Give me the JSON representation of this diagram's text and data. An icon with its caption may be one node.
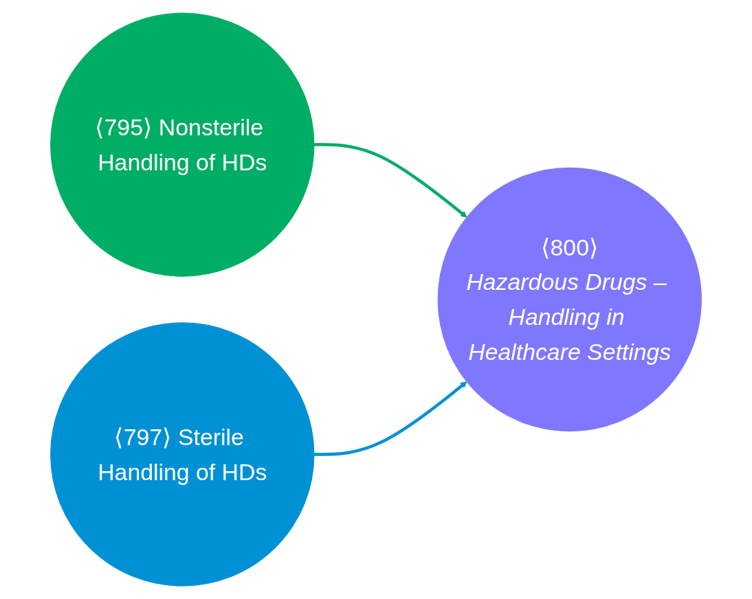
{
  "diagram": {
    "nodes": [
      {
        "text": [
          "⟨795⟩ Nonsterile Handling of HDs"
        ]
      },
      {
        "text": [
          "⟨797⟩ Sterile Handling of HDs"
        ]
      },
      {
        "text": [
          "⟨800⟩",
          "Hazardous Drugs – Handling in Healthcare Settings"
        ]
      }
    ],
    "edges": [
      {
        "from": 0,
        "to": 2,
        "arrow": "to",
        "color": "#00ad65"
      },
      {
        "from": 1,
        "to": 2,
        "arrow": "to",
        "color": "#0091d5"
      }
    ]
  }
}
